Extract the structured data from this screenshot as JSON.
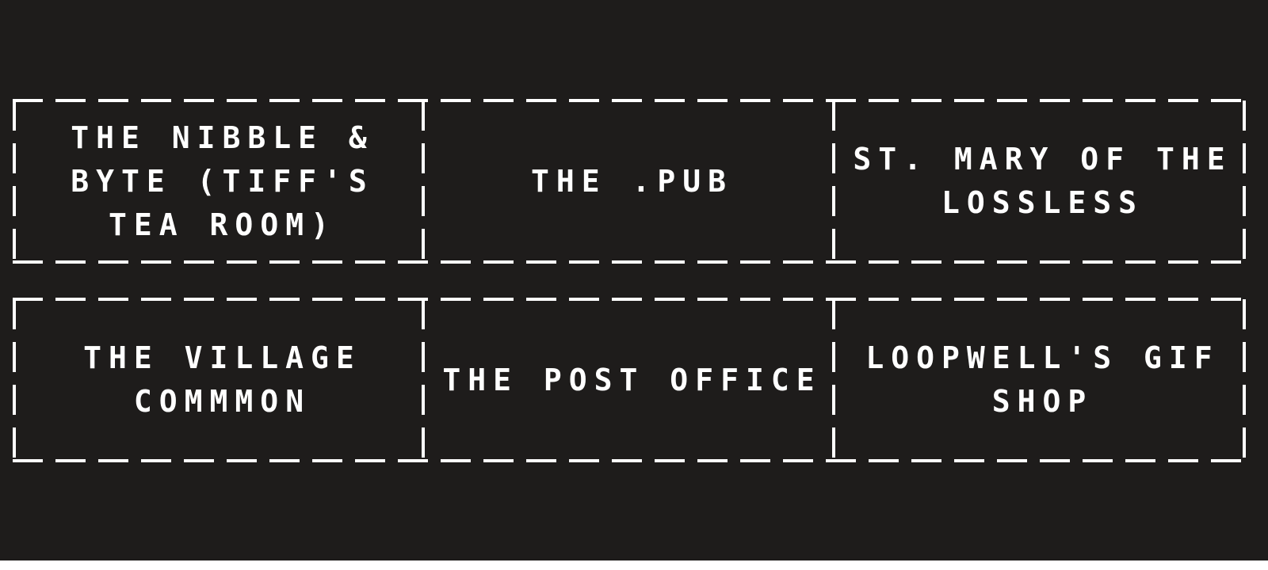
{
  "colors": {
    "background": "#1e1c1b",
    "foreground": "#ffffff",
    "page_edge": "#ffffff"
  },
  "locations": [
    {
      "id": "nibble-byte",
      "label": "THE NIBBLE & BYTE (TIFF'S TEA ROOM)"
    },
    {
      "id": "pub",
      "label": "THE .PUB"
    },
    {
      "id": "st-mary",
      "label": "ST. MARY OF THE LOSSLESS"
    },
    {
      "id": "village-common",
      "label": "THE VILLAGE COMMMON"
    },
    {
      "id": "post-office",
      "label": "THE POST OFFICE"
    },
    {
      "id": "gif-shop",
      "label": "LOOPWELL'S GIF SHOP"
    }
  ]
}
